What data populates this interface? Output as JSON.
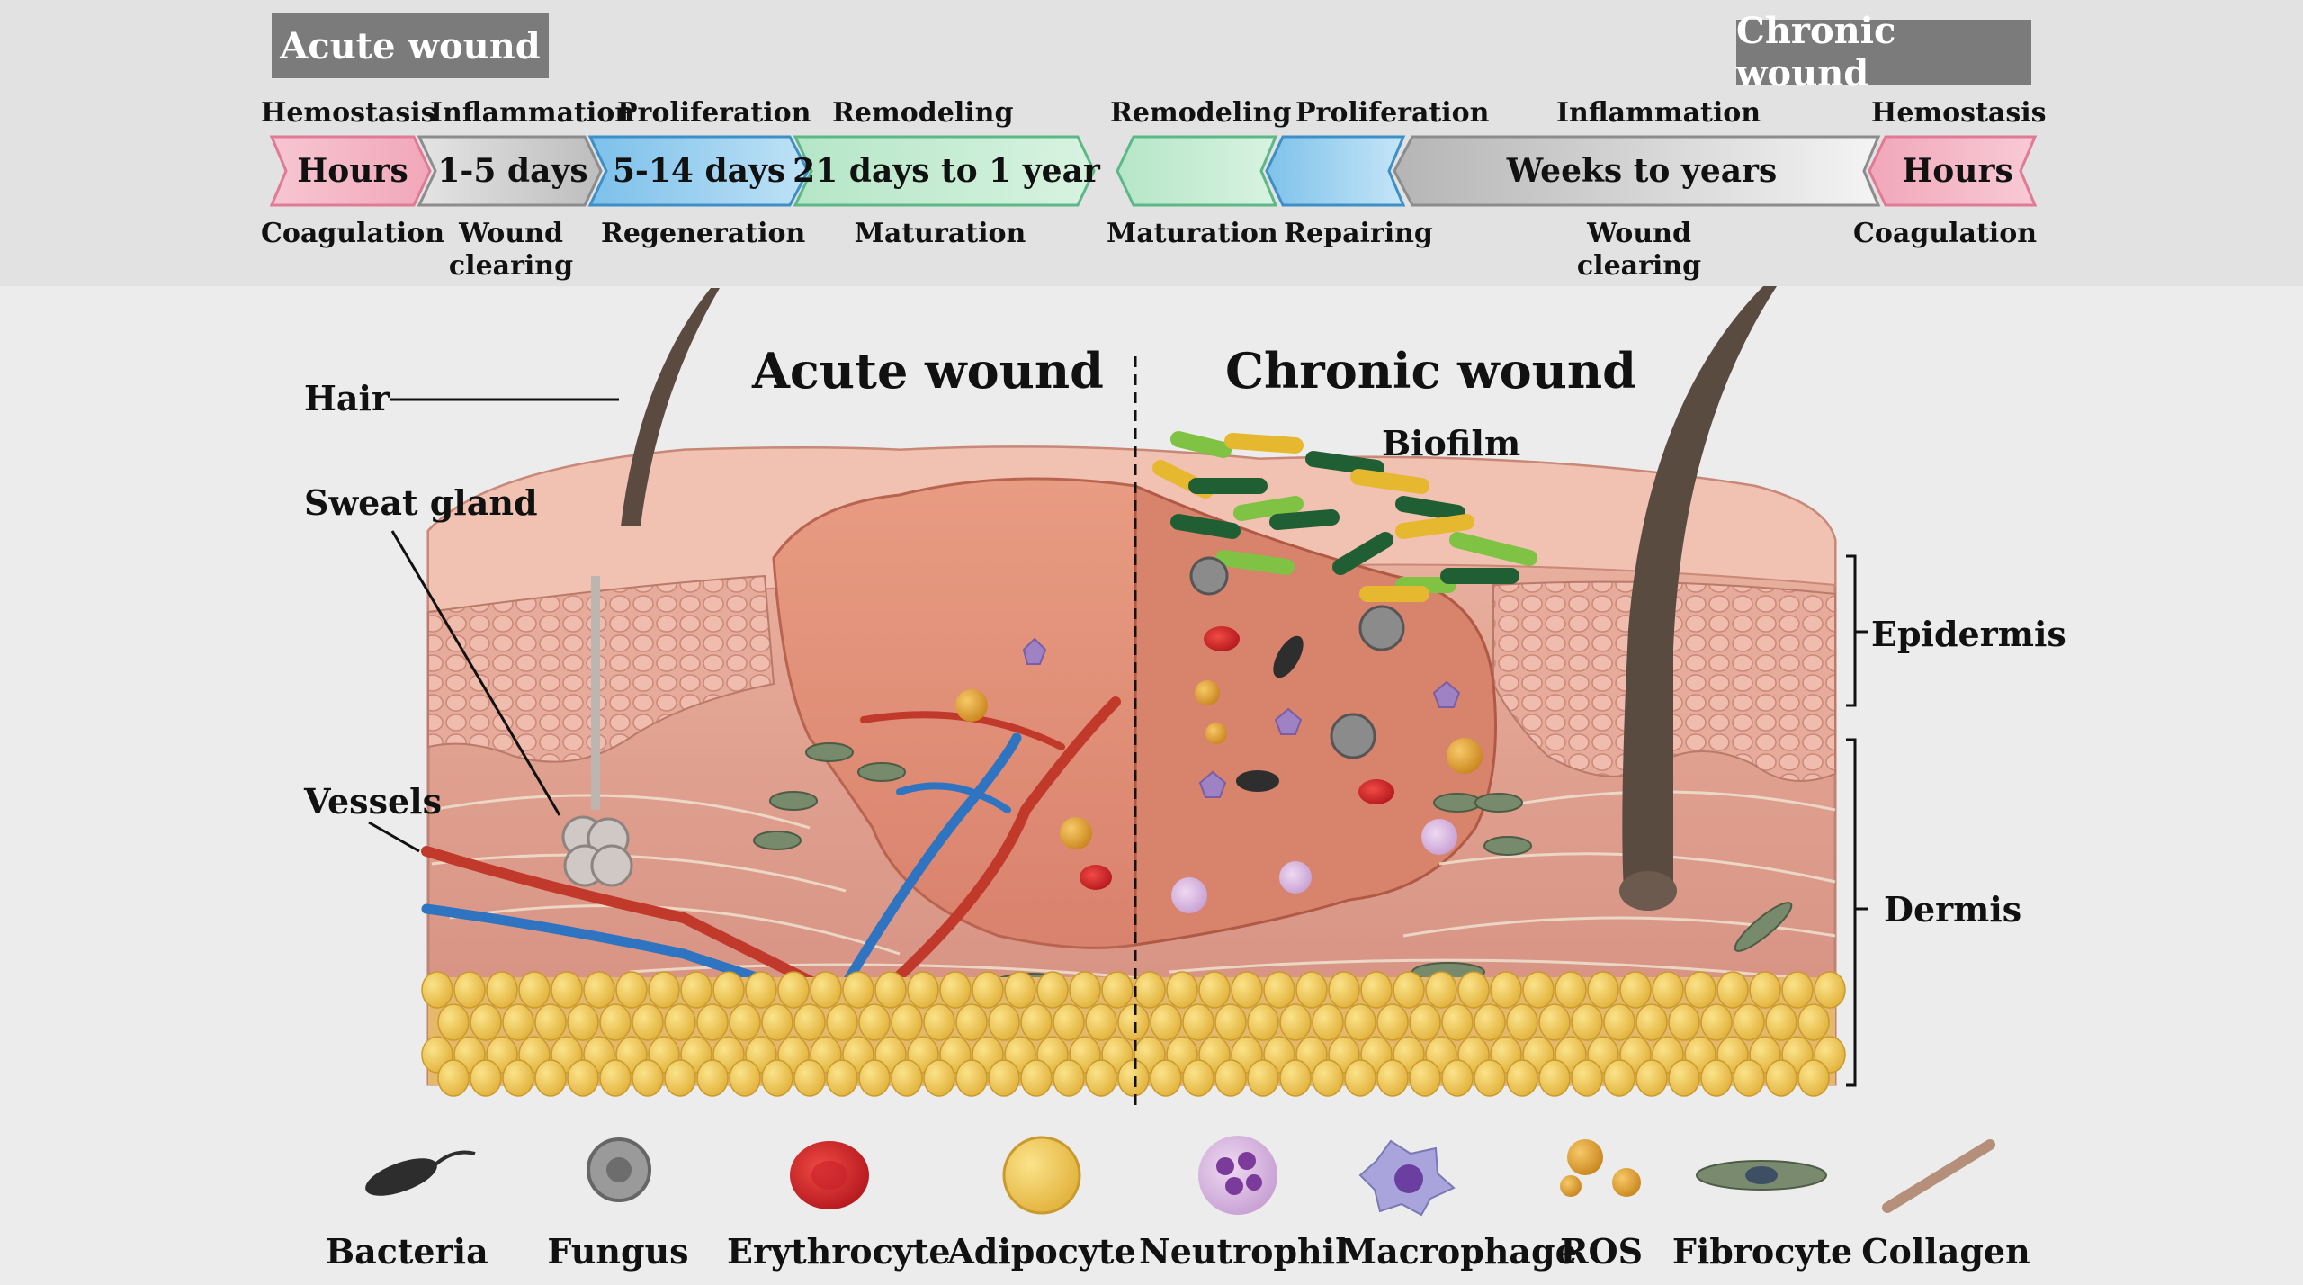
{
  "header": {
    "acute_title": "Acute wound",
    "chronic_title": "Chronic wound"
  },
  "acute_timeline": {
    "phases": [
      {
        "name": "Hemostasis",
        "duration": "Hours",
        "process": "Coagulation",
        "color": "#f4b6c4"
      },
      {
        "name": "Inflammation",
        "duration": "1-5 days",
        "process": "Wound clearing",
        "color": "#d6d6d6"
      },
      {
        "name": "Proliferation",
        "duration": "5-14 days",
        "process": "Regeneration",
        "color": "#9fd0ee"
      },
      {
        "name": "Remodeling",
        "duration": "21 days to 1 year",
        "process": "Maturation",
        "color": "#c3ecd2"
      }
    ]
  },
  "chronic_timeline": {
    "phases": [
      {
        "name": "Remodeling",
        "duration": "",
        "process": "Maturation",
        "color": "#bfe9d0"
      },
      {
        "name": "Proliferation",
        "duration": "",
        "process": "Repairing",
        "color": "#9fd0ee"
      },
      {
        "name": "Inflammation",
        "duration": "Weeks to years",
        "process": "Wound clearing",
        "color": "#cfcfcf"
      },
      {
        "name": "Hemostasis",
        "duration": "Hours",
        "process": "Coagulation",
        "color": "#f4b6c4"
      }
    ]
  },
  "diagram": {
    "acute_title": "Acute wound",
    "chronic_title": "Chronic wound",
    "labels": {
      "hair": "Hair",
      "sweat_gland": "Sweat gland",
      "vessels": "Vessels",
      "biofilm": "Biofilm",
      "epidermis": "Epidermis",
      "dermis": "Dermis"
    }
  },
  "legend": {
    "items": [
      {
        "label": "Bacteria",
        "icon": "bacteria-icon"
      },
      {
        "label": "Fungus",
        "icon": "fungus-icon"
      },
      {
        "label": "Erythrocyte",
        "icon": "erythrocyte-icon"
      },
      {
        "label": "Adipocyte",
        "icon": "adipocyte-icon"
      },
      {
        "label": "Neutrophil",
        "icon": "neutrophil-icon"
      },
      {
        "label": "Macrophage",
        "icon": "macrophage-icon"
      },
      {
        "label": "ROS",
        "icon": "ros-icon"
      },
      {
        "label": "Fibrocyte",
        "icon": "fibrocyte-icon"
      },
      {
        "label": "Collagen",
        "icon": "collagen-icon"
      }
    ]
  }
}
